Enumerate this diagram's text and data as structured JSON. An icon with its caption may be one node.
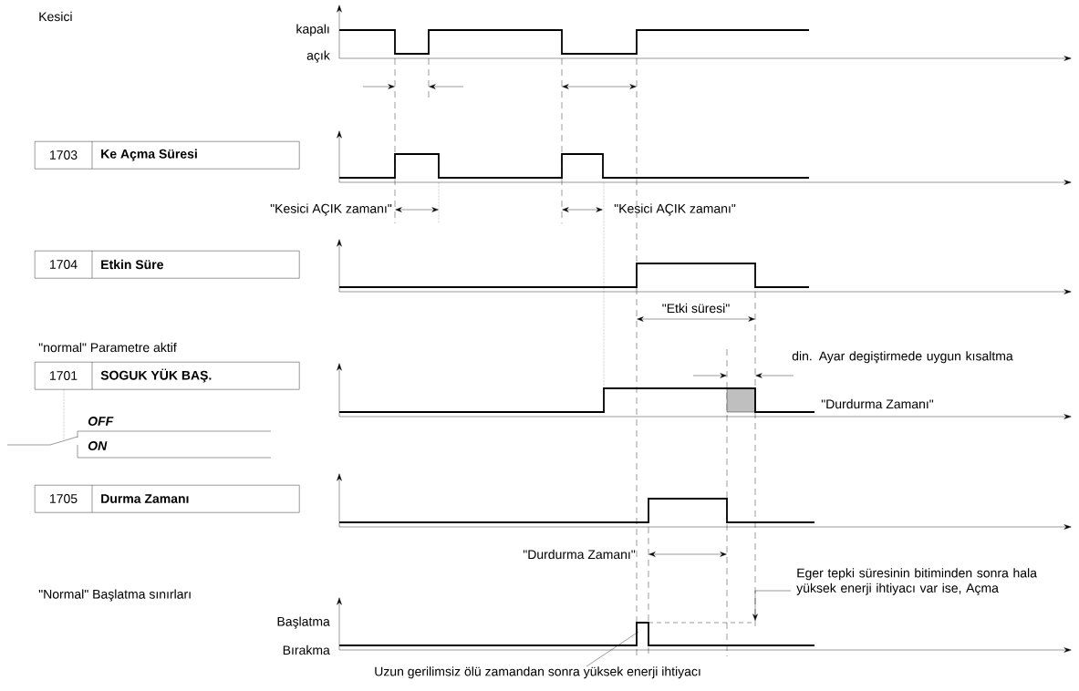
{
  "diagram": {
    "nodes": [
      {
        "text": [
          "1703",
          "Ke Açma Süresi"
        ]
      },
      {
        "text": [
          "1704",
          "Etkin Süre"
        ]
      },
      {
        "text": [
          "1701",
          "SOGUK YÜK BAŞ."
        ]
      },
      {
        "text": [
          "1705",
          "Durma Zamanı"
        ]
      },
      {
        "text": [
          "Eger tepki süresinin bitiminden sonra hala yüksek enerji ihtiyacı var ise, Açma"
        ]
      },
      {
        "text": [
          "Uzun gerilimsiz ölü zamandan sonra yüksek enerji ihtiyacı"
        ]
      }
    ],
    "edges": [
      {
        "from": 4,
        "to": null,
        "arrow": "to"
      },
      {
        "from": 5,
        "to": null,
        "arrow": "none"
      }
    ],
    "labels": [
      "Kesici",
      "kapalı",
      "açık",
      "\"Kesici AÇIK zamanı\"",
      "\"Kesici AÇIK zamanı\"",
      "\"Etki süresi\"",
      "\"normal\" Parametre aktif",
      "din. Ayar degiştirmede uygun kısaltma",
      "\"Durdurma Zamanı\"",
      "OFF",
      "ON",
      "\"Durdurma Zamanı\"",
      "\"Normal\" Başlatma sınırları",
      "Başlatma",
      "Bırakma"
    ]
  }
}
